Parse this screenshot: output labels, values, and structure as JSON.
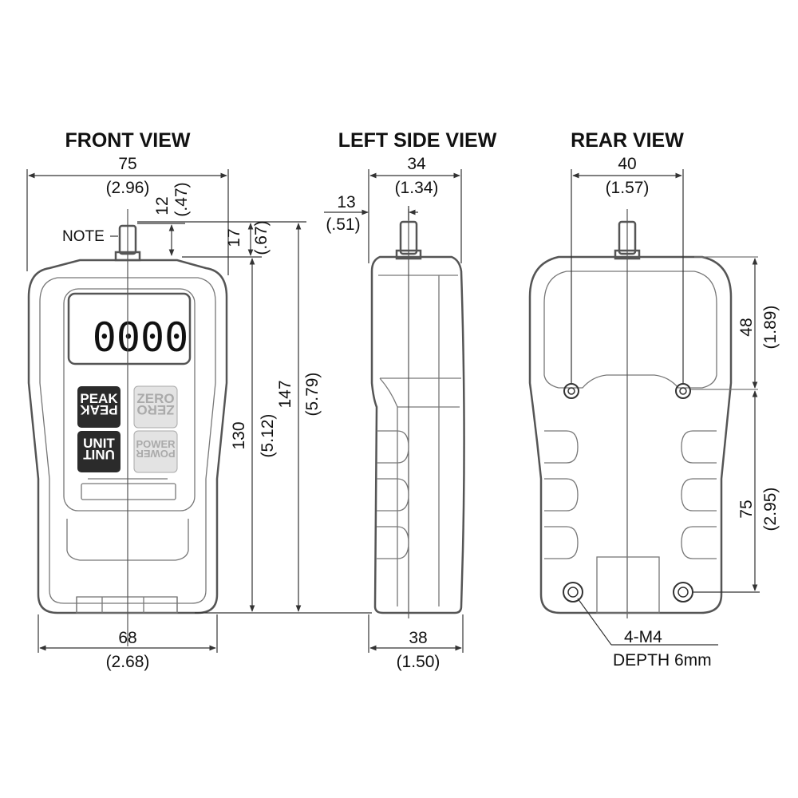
{
  "views": {
    "front": {
      "title": "FRONT VIEW"
    },
    "side": {
      "title": "LEFT SIDE VIEW"
    },
    "rear": {
      "title": "REAR VIEW"
    }
  },
  "display": {
    "reading": "0000"
  },
  "keys": {
    "peak": "PEAK",
    "zero": "ZERO",
    "unit": "UNIT",
    "power": "POWER"
  },
  "labels": {
    "note": "NOTE",
    "thread": "4-M4",
    "depth": "DEPTH 6mm"
  },
  "dimensions": {
    "front_width": {
      "mm": "75",
      "inch": "(2.96)"
    },
    "front_shaft": {
      "mm": "12",
      "inch": "(.47)"
    },
    "front_shaft_total": {
      "mm": "17",
      "inch": "(.67)"
    },
    "front_body_height": {
      "mm": "130",
      "inch": "(5.12)"
    },
    "front_total_height": {
      "mm": "147",
      "inch": "(5.79)"
    },
    "front_base_width": {
      "mm": "68",
      "inch": "(2.68)"
    },
    "side_width": {
      "mm": "34",
      "inch": "(1.34)"
    },
    "side_shaft_offset": {
      "mm": "13",
      "inch": "(.51)"
    },
    "side_base_width": {
      "mm": "38",
      "inch": "(1.50)"
    },
    "rear_hole_span": {
      "mm": "40",
      "inch": "(1.57)"
    },
    "rear_upper_height": {
      "mm": "48",
      "inch": "(1.89)"
    },
    "rear_lower_height": {
      "mm": "75",
      "inch": "(2.95)"
    }
  }
}
